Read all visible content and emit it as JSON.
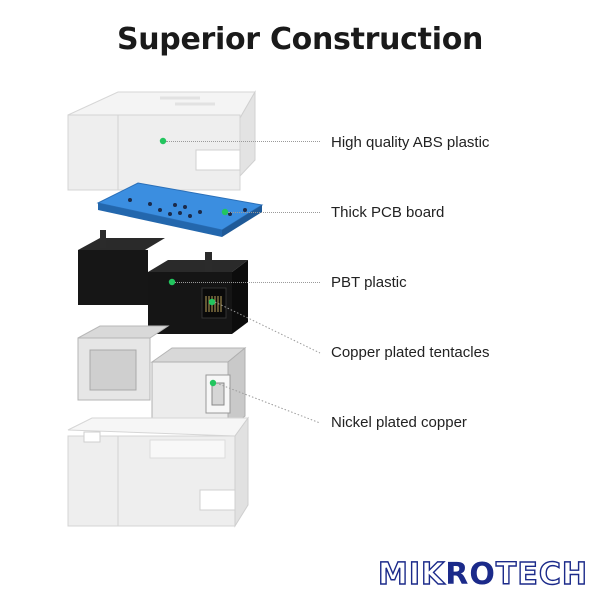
{
  "title": "Superior Construction",
  "labels": {
    "abs": "High quality ABS plastic",
    "pcb": "Thick PCB board",
    "pbt": "PBT plastic",
    "tentacles": "Copper plated tentacles",
    "nickel": "Nickel plated copper"
  },
  "brand": {
    "part1": "MIK",
    "part2": "RO",
    "part3": "TECH"
  },
  "colors": {
    "pcb_blue": "#2f7fd6",
    "marker_green": "#22c55e",
    "shell_white": "#e9e9e9",
    "insert_black": "#161616",
    "brand_navy": "#1b2a8a"
  }
}
